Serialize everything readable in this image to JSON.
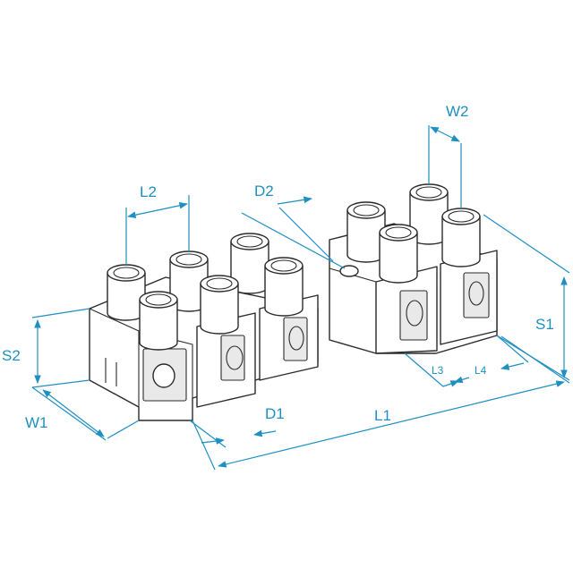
{
  "diagram": {
    "labels": {
      "l1": "L1",
      "l2": "L2",
      "l3": "L3",
      "l4": "L4",
      "w1": "W1",
      "w2": "W2",
      "s1": "S1",
      "s2": "S2",
      "d1": "D1",
      "d2": "D2"
    },
    "colors": {
      "dimension": "#1f8fc2",
      "outline": "#2b2b2b"
    }
  }
}
